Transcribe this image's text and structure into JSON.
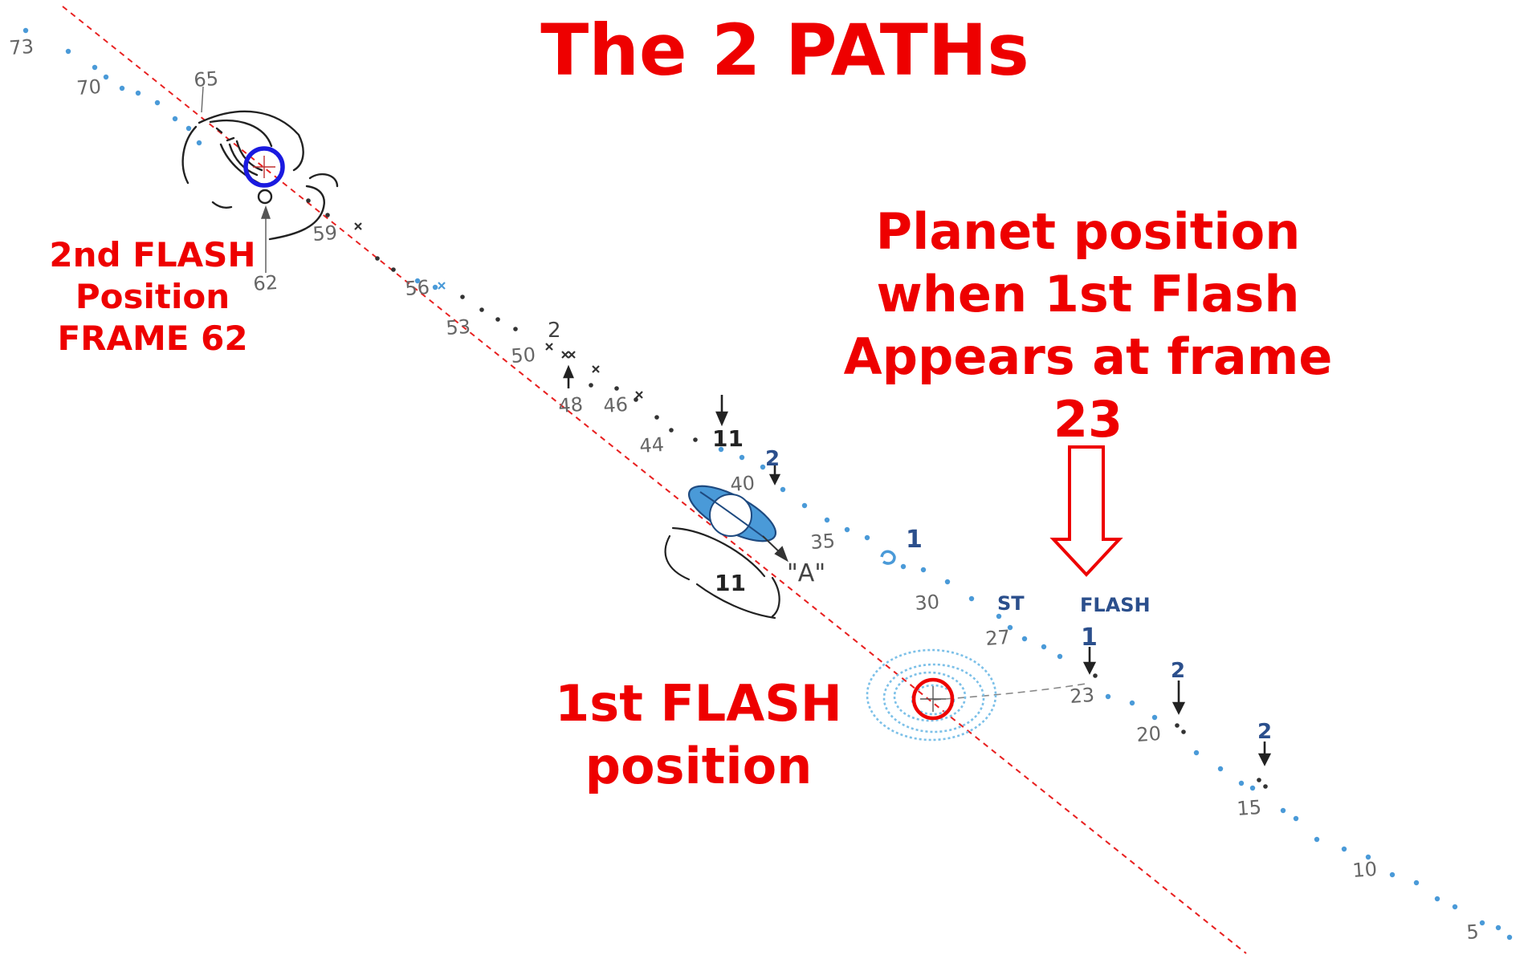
{
  "title": "The 2 PATHs",
  "colors": {
    "annotation_red": "#ee0000",
    "blue_circle": "#1a1ae0",
    "path_blue": "#4a9ad8",
    "pencil": "#444444"
  },
  "labels": {
    "second_flash": [
      "2nd FLASH",
      "Position",
      "FRAME 62"
    ],
    "planet_position": [
      "Planet position",
      "when 1st Flash",
      "Appears at frame",
      "23"
    ],
    "first_flash": [
      "1st FLASH",
      "position"
    ]
  },
  "sketch_text": {
    "frames": [
      "73",
      "70",
      "65",
      "59",
      "62",
      "56",
      "53",
      "50",
      "48",
      "46",
      "44",
      "40",
      "35",
      "30",
      "27",
      "23",
      "20",
      "15",
      "10",
      "5"
    ],
    "marks": [
      "2",
      "11",
      "2",
      "1",
      "11",
      "\"A\"",
      "ST",
      "FLASH",
      "1",
      "2",
      "2"
    ]
  },
  "icons": [
    "down-arrow-icon"
  ]
}
